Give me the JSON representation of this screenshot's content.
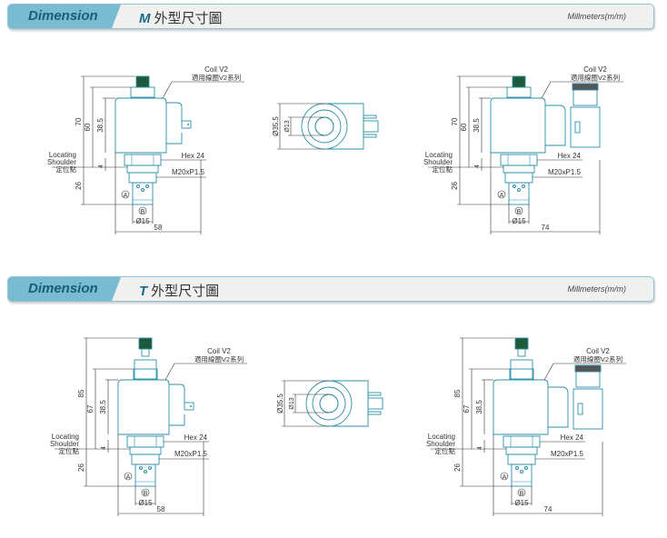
{
  "sections": [
    {
      "tab_label": "Dimension",
      "model": "M",
      "title": "外型尺寸圖",
      "unit_label": "Millmeters(m/m)",
      "side_view": {
        "overall_height": "70",
        "coil_top_height": "60",
        "coil_height": "38.5",
        "shoulder_offset": "4",
        "cartridge_length": "26",
        "hex": "Hex 24",
        "thread": "M20xP1.5",
        "coil_name": "Coil V2",
        "coil_note": "適用線圈V2系列",
        "shoulder_en_1": "Locating",
        "shoulder_en_2": "Shoulder",
        "shoulder_zh": "定位點",
        "port_a": "A",
        "port_b": "B",
        "bottom_dia": "Ø15"
      },
      "left_width": "58",
      "right_width": "74",
      "top_view": {
        "outer_dia": "Ø35.5",
        "inner_dia": "Ø13"
      }
    },
    {
      "tab_label": "Dimension",
      "model": "T",
      "title": "外型尺寸圖",
      "unit_label": "Millmeters(m/m)",
      "side_view": {
        "overall_height": "85",
        "coil_top_height": "67",
        "coil_height": "38.5",
        "shoulder_offset": "4",
        "cartridge_length": "26",
        "hex": "Hex 24",
        "thread": "M20xP1.5",
        "coil_name": "Coil V2",
        "coil_note": "適用線圈V2系列",
        "shoulder_en_1": "Locating",
        "shoulder_en_2": "Shoulder",
        "shoulder_zh": "定位點",
        "port_a": "A",
        "port_b": "B",
        "bottom_dia": "Ø15"
      },
      "left_width": "58",
      "right_width": "74",
      "top_view": {
        "outer_dia": "Ø35.5",
        "inner_dia": "Ø13"
      }
    }
  ],
  "colors": {
    "outline": "#2a8ea8",
    "knob": "#1e5a3a",
    "tab": "#79bcd2",
    "dim_line": "#333333"
  }
}
